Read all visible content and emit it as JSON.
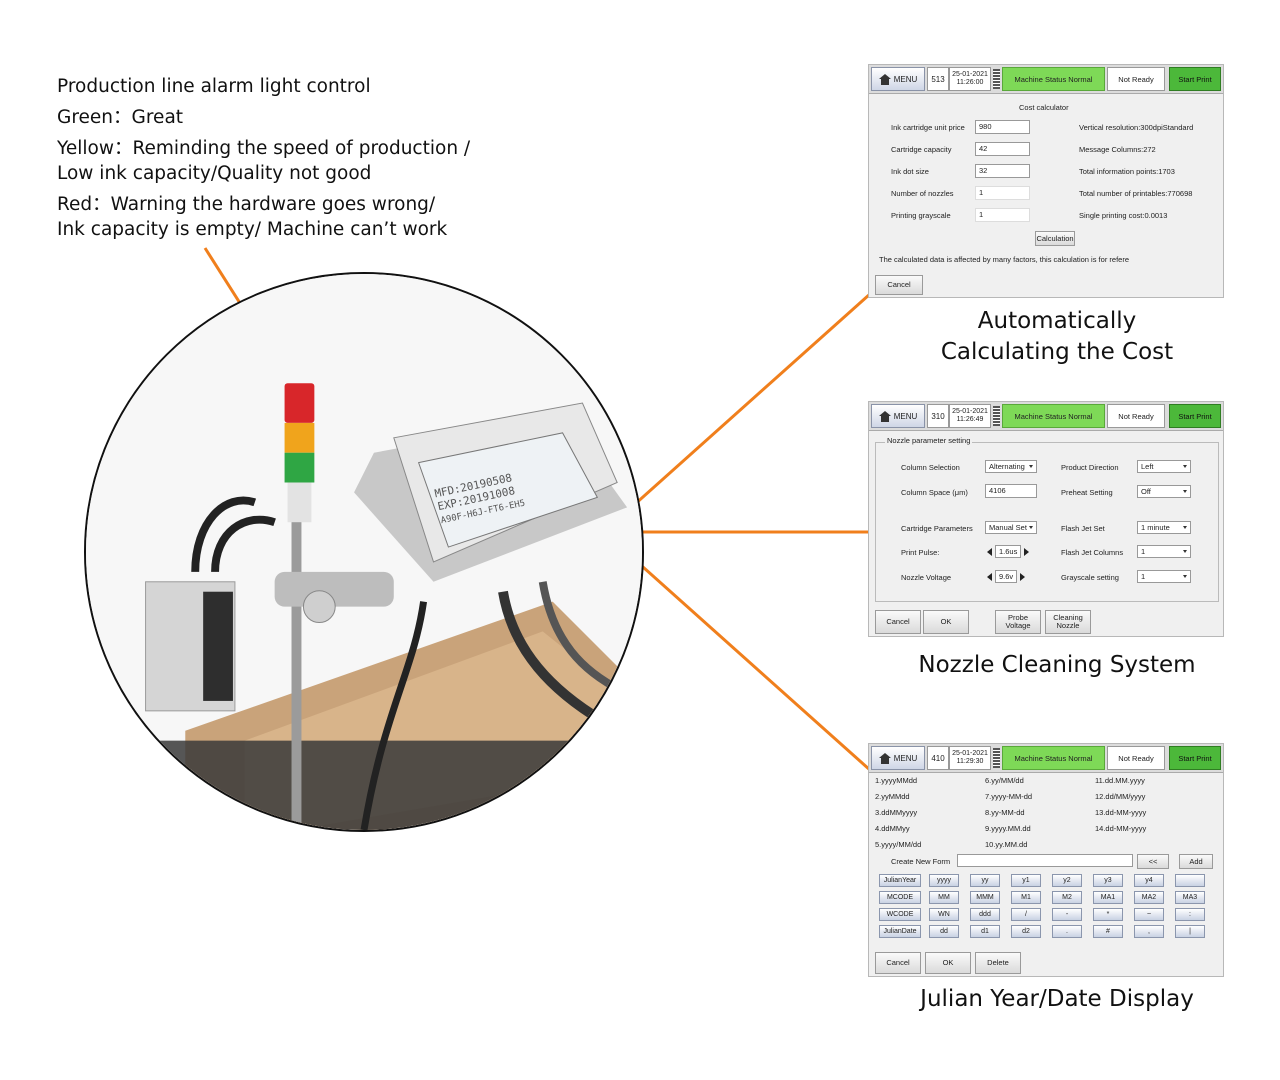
{
  "alarm": {
    "lines": [
      "Production line alarm light control",
      "Green：Great",
      "Yellow：Reminding the speed of production /\nLow ink capacity/Quality not good",
      "Red：Warning the hardware goes wrong/\n Ink capacity is empty/ Machine can’t work"
    ]
  },
  "colors": {
    "connector": "#f07f1c",
    "status_green": "#7ed957",
    "start_green": "#4cb83a"
  },
  "photo": {
    "screen_lines": [
      "MFD:20190508",
      "EXP:20191008",
      "A90F-H6J-FT6-EH5"
    ]
  },
  "common": {
    "menu_label": "MENU",
    "status_normal": "Machine Status Normal",
    "status_ready": "Not Ready",
    "start_label": "Start Print",
    "date": "25-01-2021"
  },
  "panel1": {
    "count": "513",
    "time": "11:26:00",
    "title": "Cost calculator",
    "fields": [
      {
        "label": "Ink cartridge unit price",
        "value": "980"
      },
      {
        "label": "Cartridge capacity",
        "value": "42"
      },
      {
        "label": "Ink dot size",
        "value": "32"
      },
      {
        "label": "Number of nozzles",
        "value": "1"
      },
      {
        "label": "Printing grayscale",
        "value": "1"
      }
    ],
    "results": [
      "Vertical resolution:300dpiStandard",
      "Message Columns:272",
      "Total information points:1703",
      "Total number of printables:770698",
      "Single printing cost:0.0013"
    ],
    "calc_button": "Calculation",
    "note": "The calculated data is affected by many factors, this calculation is for refere",
    "cancel": "Cancel",
    "caption": "Automatically\nCalculating the Cost"
  },
  "panel2": {
    "count": "310",
    "time": "11:26:49",
    "group_title": "Nozzle parameter setting",
    "column_selection_label": "Column Selection",
    "column_selection_value": "Alternating",
    "column_space_label": "Column Space (μm)",
    "column_space_value": "4106",
    "product_direction_label": "Product Direction",
    "product_direction_value": "Left",
    "preheat_label": "Preheat Setting",
    "preheat_value": "Off",
    "cartridge_label": "Cartridge Parameters",
    "cartridge_value": "Manual Set",
    "flash_label": "Flash Jet Set",
    "flash_value": "1 minute",
    "pulse_label": "Print Pulse:",
    "pulse_value": "1.6us",
    "flash_cols_label": "Flash Jet Columns",
    "flash_cols_value": "1",
    "voltage_label": "Nozzle Voltage",
    "voltage_value": "9.6v",
    "grayscale_label": "Grayscale setting",
    "grayscale_value": "1",
    "buttons": [
      "Cancel",
      "OK",
      "Probe\nVoltage",
      "Cleaning\nNozzle"
    ],
    "caption": "Nozzle Cleaning System"
  },
  "panel3": {
    "count": "410",
    "time": "11:29:30",
    "formats_col1": [
      "1.yyyyMMdd",
      "2.yyMMdd",
      "3.ddMMyyyy",
      "4.ddMMyy",
      "5.yyyy/MM/dd"
    ],
    "formats_col2": [
      "6.yy/MM/dd",
      "7.yyyy-MM-dd",
      "8.yy-MM-dd",
      "9.yyyy.MM.dd",
      "10.yy.MM.dd"
    ],
    "formats_col3": [
      "11.dd.MM.yyyy",
      "12.dd/MM/yyyy",
      "13.dd-MM-yyyy",
      "14.dd-MM-yyyy"
    ],
    "create_label": "Create New Form",
    "back_label": "<<",
    "add_label": "Add",
    "keyboard_rows": [
      {
        "side": "JulianYear",
        "keys": [
          "yyyy",
          "yy",
          "y1",
          "y2",
          "y3",
          "y4",
          ""
        ]
      },
      {
        "side": "MCODE",
        "keys": [
          "MM",
          "MMM",
          "M1",
          "M2",
          "MA1",
          "MA2",
          "MA3"
        ]
      },
      {
        "side": "WCODE",
        "keys": [
          "WN",
          "ddd",
          "/",
          "-",
          "*",
          "~",
          ":"
        ]
      },
      {
        "side": "JulianDate",
        "keys": [
          "dd",
          "d1",
          "d2",
          ".",
          "#",
          ",",
          "|"
        ]
      }
    ],
    "buttons": [
      "Cancel",
      "OK",
      "Delete"
    ],
    "caption": "Julian Year/Date Display"
  }
}
